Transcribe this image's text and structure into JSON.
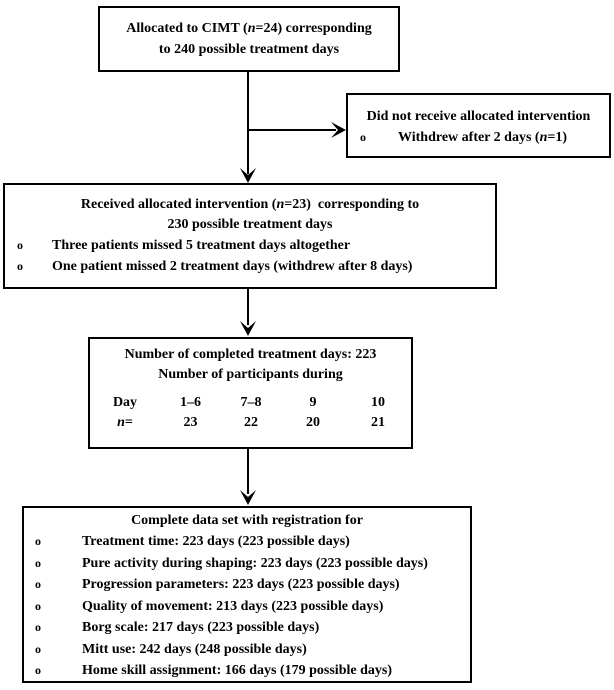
{
  "colors": {
    "ink": "#000000",
    "background": "#ffffff"
  },
  "bullet_marker": "o",
  "boxes": {
    "allocated": {
      "line1_pre": "Allocated to CIMT (",
      "line1_n": "n",
      "line1_post": "=24) corresponding",
      "line2": "to 240 possible treatment days"
    },
    "not_received": {
      "title": "Did not receive allocated intervention",
      "bullet_pre": "Withdrew after 2 days (",
      "bullet_n": "n",
      "bullet_post": "=1)"
    },
    "received": {
      "line1_pre": "Received allocated intervention (",
      "line1_n": "n",
      "line1_post": "=23)  corresponding to",
      "line2": "230 possible treatment days",
      "bullets": [
        "Three patients missed 5 treatment days altogether",
        "One patient missed 2 treatment days (withdrew after 8 days)"
      ]
    },
    "completed": {
      "line1": "Number of completed treatment days: 223",
      "line2": "Number of participants during",
      "table": {
        "row1_label": "Day",
        "row2_label_n": "n",
        "row2_label_eq": "=",
        "columns": [
          "1–6",
          "7–8",
          "9",
          "10"
        ],
        "values": [
          "23",
          "22",
          "20",
          "21"
        ]
      }
    },
    "complete_data": {
      "title": "Complete data set with registration for",
      "bullets": [
        "Treatment time: 223 days (223 possible days)",
        "Pure activity during shaping: 223 days (223 possible days)",
        "Progression parameters: 223 days (223 possible days)",
        "Quality of movement: 213 days (223 possible days)",
        "Borg scale: 217 days (223 possible days)",
        "Mitt use: 242 days (248 possible days)",
        "Home skill assignment: 166 days (179 possible days)"
      ]
    }
  }
}
